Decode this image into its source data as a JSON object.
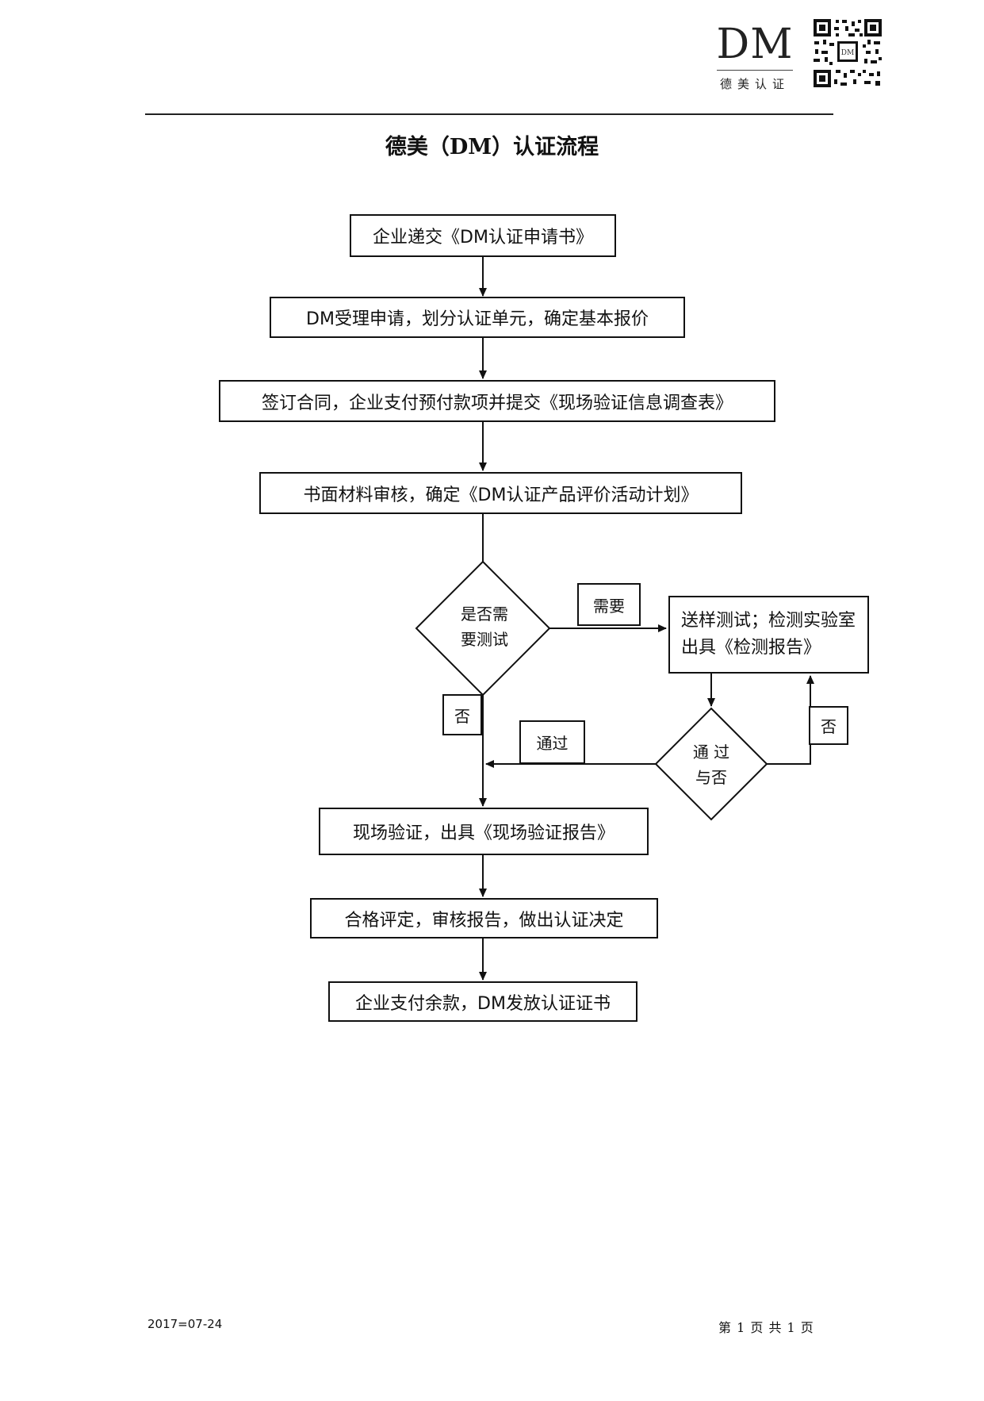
{
  "logo": {
    "mark": "DM",
    "text": "德美认证"
  },
  "title": "德美（DM）认证流程",
  "steps": {
    "s1": "企业递交《DM认证申请书》",
    "s2": "DM受理申请，划分认证单元，确定基本报价",
    "s3": "签订合同，企业支付预付款项并提交《现场验证信息调查表》",
    "s4": "书面材料审核，确定《DM认证产品评价活动计划》",
    "test": "送样测试；检测实验室出具《检测报告》",
    "s5": "现场验证，出具《现场验证报告》",
    "s6": "合格评定，审核报告，做出认证决定",
    "s7": "企业支付余款，DM发放认证证书"
  },
  "decisions": {
    "need_test": {
      "line1": "是否需",
      "line2": "要测试"
    },
    "pass": {
      "line1": "通 过",
      "line2": "与否"
    }
  },
  "labels": {
    "need": "需要",
    "no_test": "否",
    "pass": "通过",
    "fail": "否"
  },
  "footer": {
    "date": "2017=07-24",
    "page": "第 1 页 共 1 页"
  }
}
